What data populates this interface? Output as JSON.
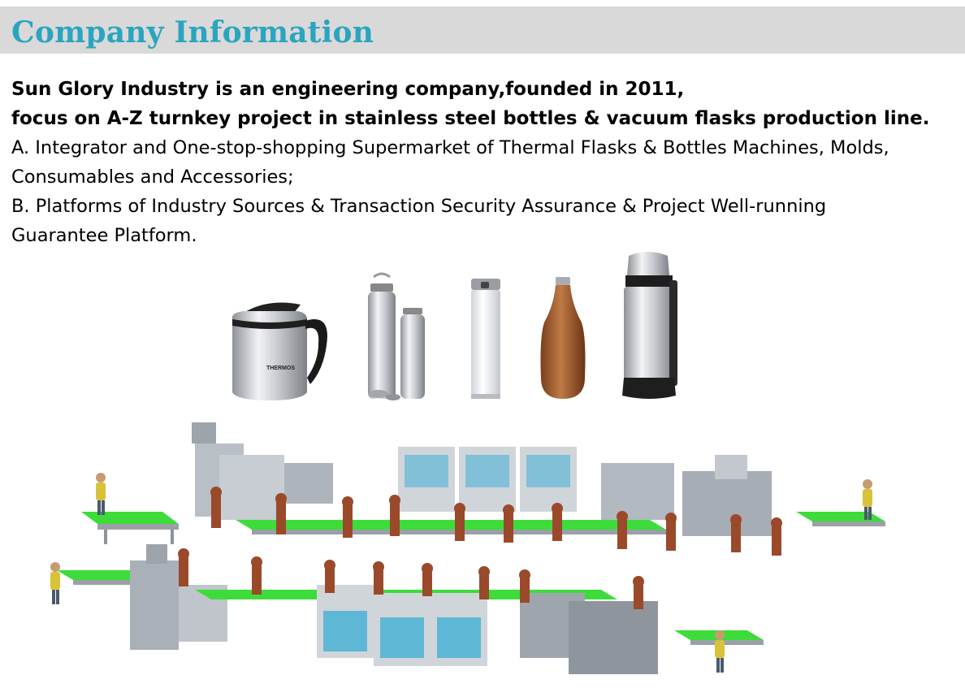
{
  "header": {
    "title": "Company Information"
  },
  "intro": {
    "line1": "Sun Glory Industry is an engineering company,founded in 2011,",
    "line2": "focus on A-Z turnkey project in stainless steel bottles & vacuum flasks production line."
  },
  "points": {
    "a_line1": "A. Integrator and One-stop-shopping Supermarket of Thermal Flasks & Bottles Machines, Molds,",
    "a_line2": "Consumables and Accessories;",
    "b_line1": "B. Platforms of Industry Sources & Transaction Security Assurance & Project Well-running",
    "b_line2": "Guarantee Platform."
  },
  "products": {
    "jug_brand": "THERMOS"
  },
  "colors": {
    "title": "#2aa5bf",
    "header_bg": "#d9d9d9",
    "conveyor": "#3ddc3a",
    "robot": "#9a4a2a",
    "machine": "#b9bfc7",
    "cabinet": "#5fb7d6"
  }
}
